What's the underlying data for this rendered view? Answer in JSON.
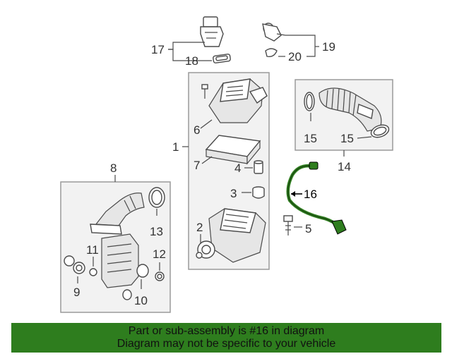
{
  "callouts": {
    "c1": "1",
    "c2": "2",
    "c3": "3",
    "c4": "4",
    "c5": "5",
    "c6": "6",
    "c7": "7",
    "c8": "8",
    "c9": "9",
    "c10": "10",
    "c11": "11",
    "c12": "12",
    "c13": "13",
    "c14": "14",
    "c15a": "15",
    "c15b": "15",
    "c16": "16",
    "c17": "17",
    "c18": "18",
    "c19": "19",
    "c20": "20"
  },
  "highlight_color": "#2e7d1e",
  "banner": {
    "line1": "Part or sub-assembly is #16 in diagram",
    "line2": "Diagram may not be specific to your vehicle"
  }
}
